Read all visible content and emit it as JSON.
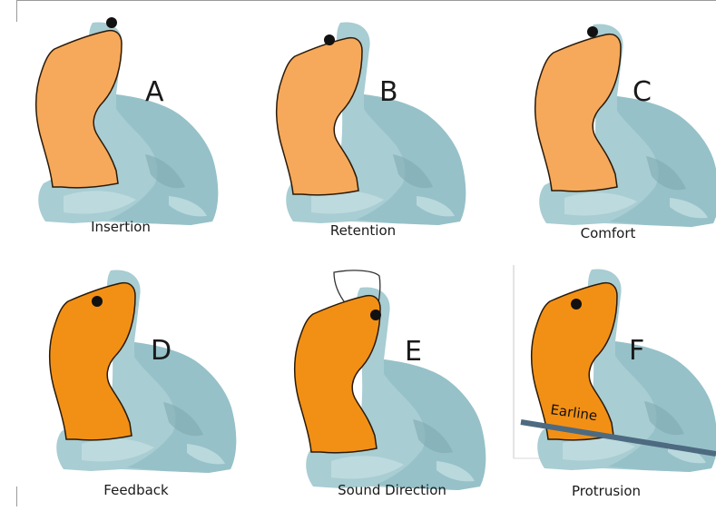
{
  "colors": {
    "canal_highlight": "#f6a95a",
    "canal_solid": "#f29015",
    "outline": "#2a1a0a",
    "ear_tissue": "#a8cdd3",
    "ear_tissue_dark": "#86b3bb",
    "earline": "#4d6a80",
    "text": "#1a1a1a"
  },
  "panels": [
    {
      "letter": "A",
      "caption": "Insertion"
    },
    {
      "letter": "B",
      "caption": "Retention"
    },
    {
      "letter": "C",
      "caption": "Comfort"
    },
    {
      "letter": "D",
      "caption": "Feedback"
    },
    {
      "letter": "E",
      "caption": "Sound Direction"
    },
    {
      "letter": "F",
      "caption": "Protrusion",
      "annotation": "Earline"
    }
  ]
}
